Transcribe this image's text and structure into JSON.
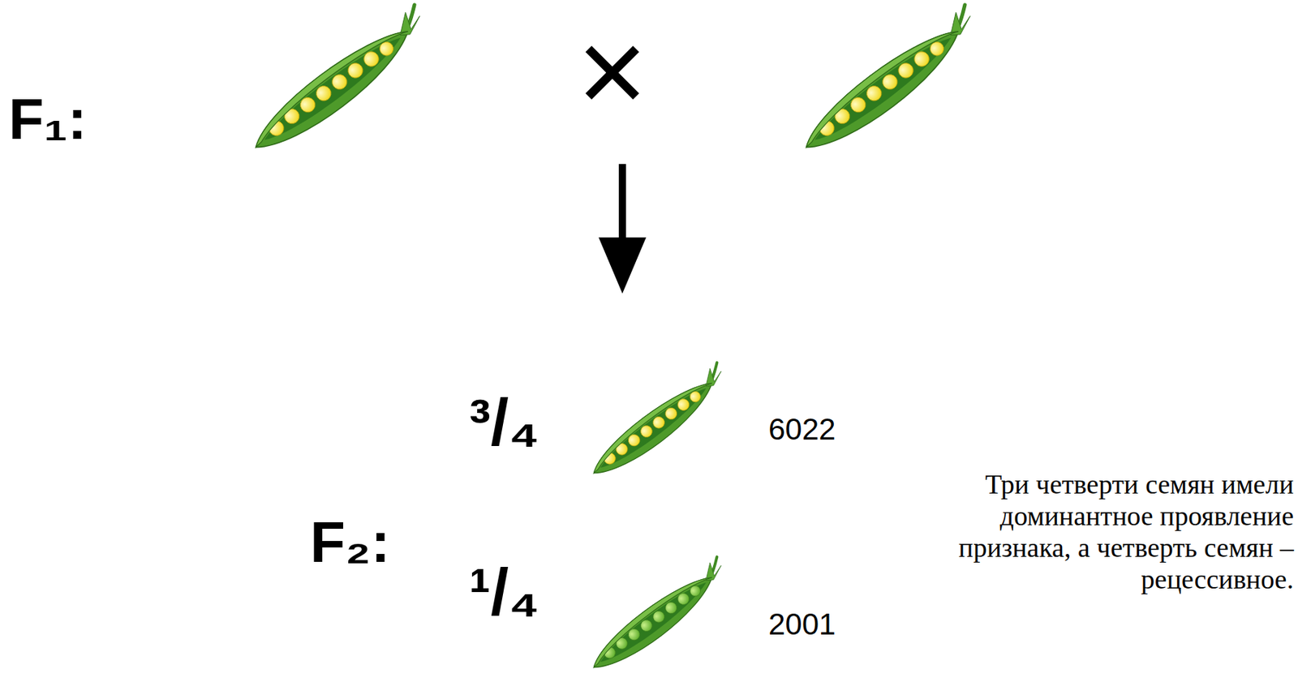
{
  "diagram": {
    "labels": [
      "F₁:",
      "F₂:",
      "³/₄",
      "6022",
      "¹/₄",
      "2001",
      "Три четверти семян имели доминантное проявление признака, а четверть семян – рецессивное."
    ]
  }
}
